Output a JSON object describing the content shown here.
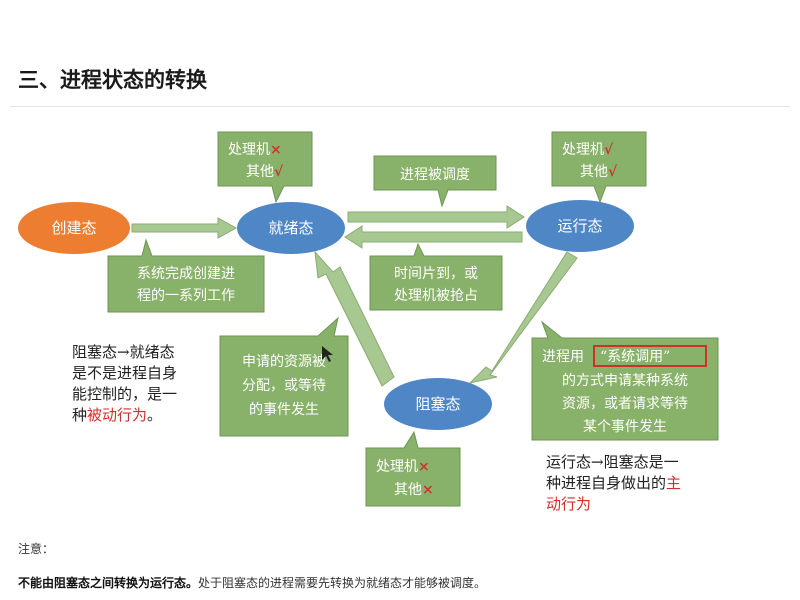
{
  "title": "三、进程状态的转换",
  "nodes": {
    "create": "创建态",
    "ready": "就绪态",
    "running": "运行态",
    "blocked": "阻塞态"
  },
  "ready_resources": {
    "line1_label": "处理机",
    "line1_mark": "×",
    "line2_label": "其他",
    "line2_mark": "√"
  },
  "running_resources": {
    "line1_label": "处理机",
    "line1_mark": "√",
    "line2_label": "其他",
    "line2_mark": "√"
  },
  "blocked_resources": {
    "line1_label": "处理机",
    "line1_mark": "×",
    "line2_label": "其他",
    "line2_mark": "×"
  },
  "labels": {
    "scheduled": "进程被调度",
    "create_to_ready_1": "系统完成创建进",
    "create_to_ready_2": "程的一系列工作",
    "timeout_1": "时间片到，或",
    "timeout_2": "处理机被抢占",
    "blocked_to_ready_1": "申请的资源被",
    "blocked_to_ready_2": "分配，或等待",
    "blocked_to_ready_3": "的事件发生",
    "running_to_blocked_1a": "进程用",
    "running_to_blocked_1b": "“系统调用”",
    "running_to_blocked_2": "的方式申请某种系统",
    "running_to_blocked_3": "资源，或者请求等待",
    "running_to_blocked_4": "某个事件发生"
  },
  "note_left": {
    "line1": "阻塞态→就绪态",
    "line2": "是不是进程自身",
    "line3": "能控制的，是一",
    "line4_a": "种",
    "line4_b": "被动行为",
    "line4_c": "。"
  },
  "note_right": {
    "line1": "运行态→阻塞态是一",
    "line2_a": "种进程自身做出的",
    "line2_b": "主",
    "line3": "动行为"
  },
  "footer": {
    "label": "注意：",
    "bold": "不能由阻塞态之间转换为运行态。",
    "rest": "处于阻塞态的进程需要先转换为就绪态才能够被调度。"
  },
  "colors": {
    "node_blue": "#4f86c6",
    "node_orange": "#ec7d31",
    "box_green": "#88b26a",
    "arrow_green": "#a8c892",
    "mark_red": "#d0302a"
  }
}
